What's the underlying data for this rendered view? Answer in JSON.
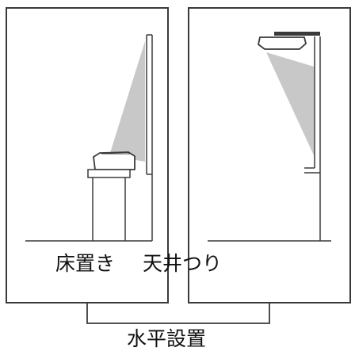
{
  "panels": {
    "floor": {
      "caption": "床置き"
    },
    "ceiling": {
      "caption": "天井つり"
    }
  },
  "group_caption": "水平設置",
  "colors": {
    "line": "#3a3a3a",
    "beam": "#c8c8c8",
    "background": "#ffffff"
  }
}
